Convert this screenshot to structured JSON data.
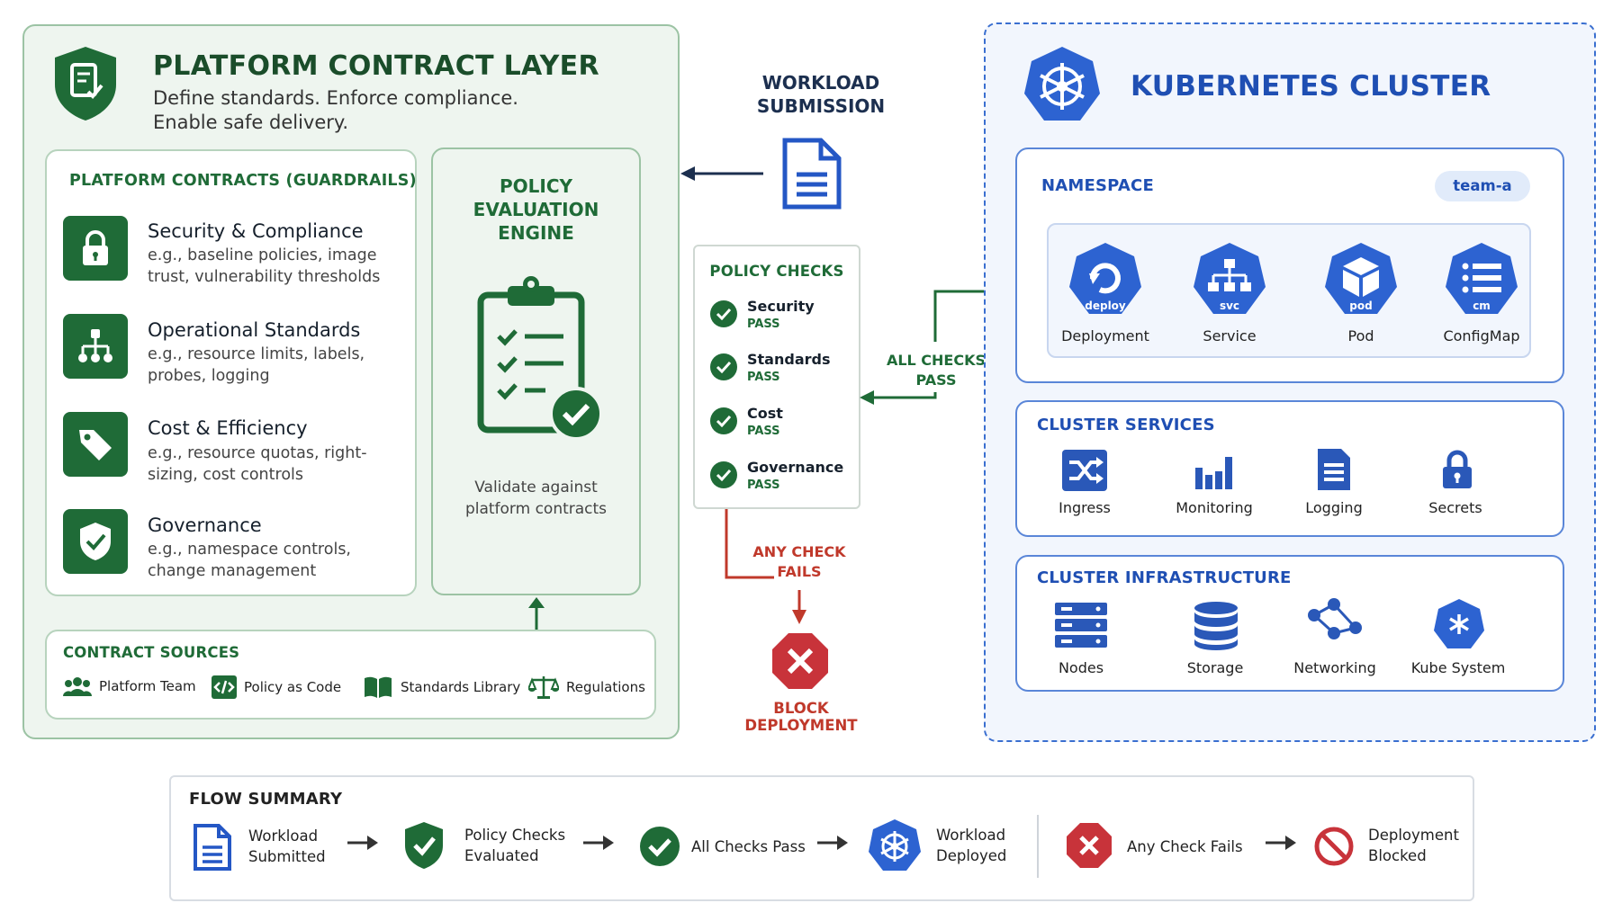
{
  "contract_layer": {
    "title": "PLATFORM CONTRACT LAYER",
    "subtitle_line1": "Define standards. Enforce compliance.",
    "subtitle_line2": "Enable safe delivery.",
    "icon": "shield-document-icon"
  },
  "guardrails": {
    "title": "PLATFORM CONTRACTS (GUARDRAILS)",
    "items": [
      {
        "title": "Security & Compliance",
        "desc": "e.g., baseline policies, image trust, vulnerability thresholds",
        "icon": "lock-icon"
      },
      {
        "title": "Operational Standards",
        "desc": "e.g., resource limits, labels, probes, logging",
        "icon": "hierarchy-icon"
      },
      {
        "title": "Cost & Efficiency",
        "desc": "e.g., resource quotas, right-sizing, cost controls",
        "icon": "tag-icon"
      },
      {
        "title": "Governance",
        "desc": "e.g., namespace controls, change management",
        "icon": "shield-check-icon"
      }
    ]
  },
  "engine": {
    "title_line1": "POLICY",
    "title_line2": "EVALUATION",
    "title_line3": "ENGINE",
    "desc_line1": "Validate against",
    "desc_line2": "platform contracts",
    "icon": "clipboard-check-icon"
  },
  "sources": {
    "title": "CONTRACT SOURCES",
    "items": [
      {
        "label": "Platform Team",
        "icon": "team-icon"
      },
      {
        "label": "Policy as Code",
        "icon": "code-icon"
      },
      {
        "label": "Standards Library",
        "icon": "book-icon"
      },
      {
        "label": "Regulations",
        "icon": "scales-icon"
      }
    ]
  },
  "submission": {
    "line1": "WORKLOAD",
    "line2": "SUBMISSION",
    "icon": "document-icon"
  },
  "checks": {
    "title": "POLICY CHECKS",
    "items": [
      {
        "name": "Security",
        "status": "PASS"
      },
      {
        "name": "Standards",
        "status": "PASS"
      },
      {
        "name": "Cost",
        "status": "PASS"
      },
      {
        "name": "Governance",
        "status": "PASS"
      }
    ]
  },
  "all_pass": {
    "line1": "ALL CHECKS",
    "line2": "PASS"
  },
  "any_fail": {
    "line1": "ANY CHECK",
    "line2": "FAILS"
  },
  "block": {
    "label": "BLOCK DEPLOYMENT",
    "icon": "stop-x-icon"
  },
  "cluster": {
    "title": "KUBERNETES CLUSTER",
    "icon": "kubernetes-icon",
    "namespace": {
      "title": "NAMESPACE",
      "badge": "team-a",
      "resources": [
        {
          "label": "Deployment",
          "tag": "deploy",
          "icon": "deploy-icon"
        },
        {
          "label": "Service",
          "tag": "svc",
          "icon": "service-icon"
        },
        {
          "label": "Pod",
          "tag": "pod",
          "icon": "pod-icon"
        },
        {
          "label": "ConfigMap",
          "tag": "cm",
          "icon": "configmap-icon"
        }
      ]
    },
    "services": {
      "title": "CLUSTER SERVICES",
      "items": [
        {
          "label": "Ingress",
          "icon": "shuffle-icon"
        },
        {
          "label": "Monitoring",
          "icon": "bar-chart-icon"
        },
        {
          "label": "Logging",
          "icon": "log-document-icon"
        },
        {
          "label": "Secrets",
          "icon": "padlock-icon"
        }
      ]
    },
    "infrastructure": {
      "title": "CLUSTER INFRASTRUCTURE",
      "items": [
        {
          "label": "Nodes",
          "icon": "server-icon"
        },
        {
          "label": "Storage",
          "icon": "database-icon"
        },
        {
          "label": "Networking",
          "icon": "network-icon"
        },
        {
          "label": "Kube System",
          "icon": "kube-system-icon"
        }
      ]
    }
  },
  "flow": {
    "title": "FLOW SUMMARY",
    "steps": [
      {
        "line1": "Workload",
        "line2": "Submitted"
      },
      {
        "line1": "Policy Checks",
        "line2": "Evaluated"
      },
      {
        "line1": "All Checks Pass",
        "line2": ""
      },
      {
        "line1": "Workload",
        "line2": "Deployed"
      },
      {
        "line1": "Any Check Fails",
        "line2": ""
      },
      {
        "line1": "Deployment",
        "line2": "Blocked"
      }
    ]
  },
  "colors": {
    "green": "#1f6b37",
    "blue": "#2457c5",
    "red": "#c0392b"
  }
}
